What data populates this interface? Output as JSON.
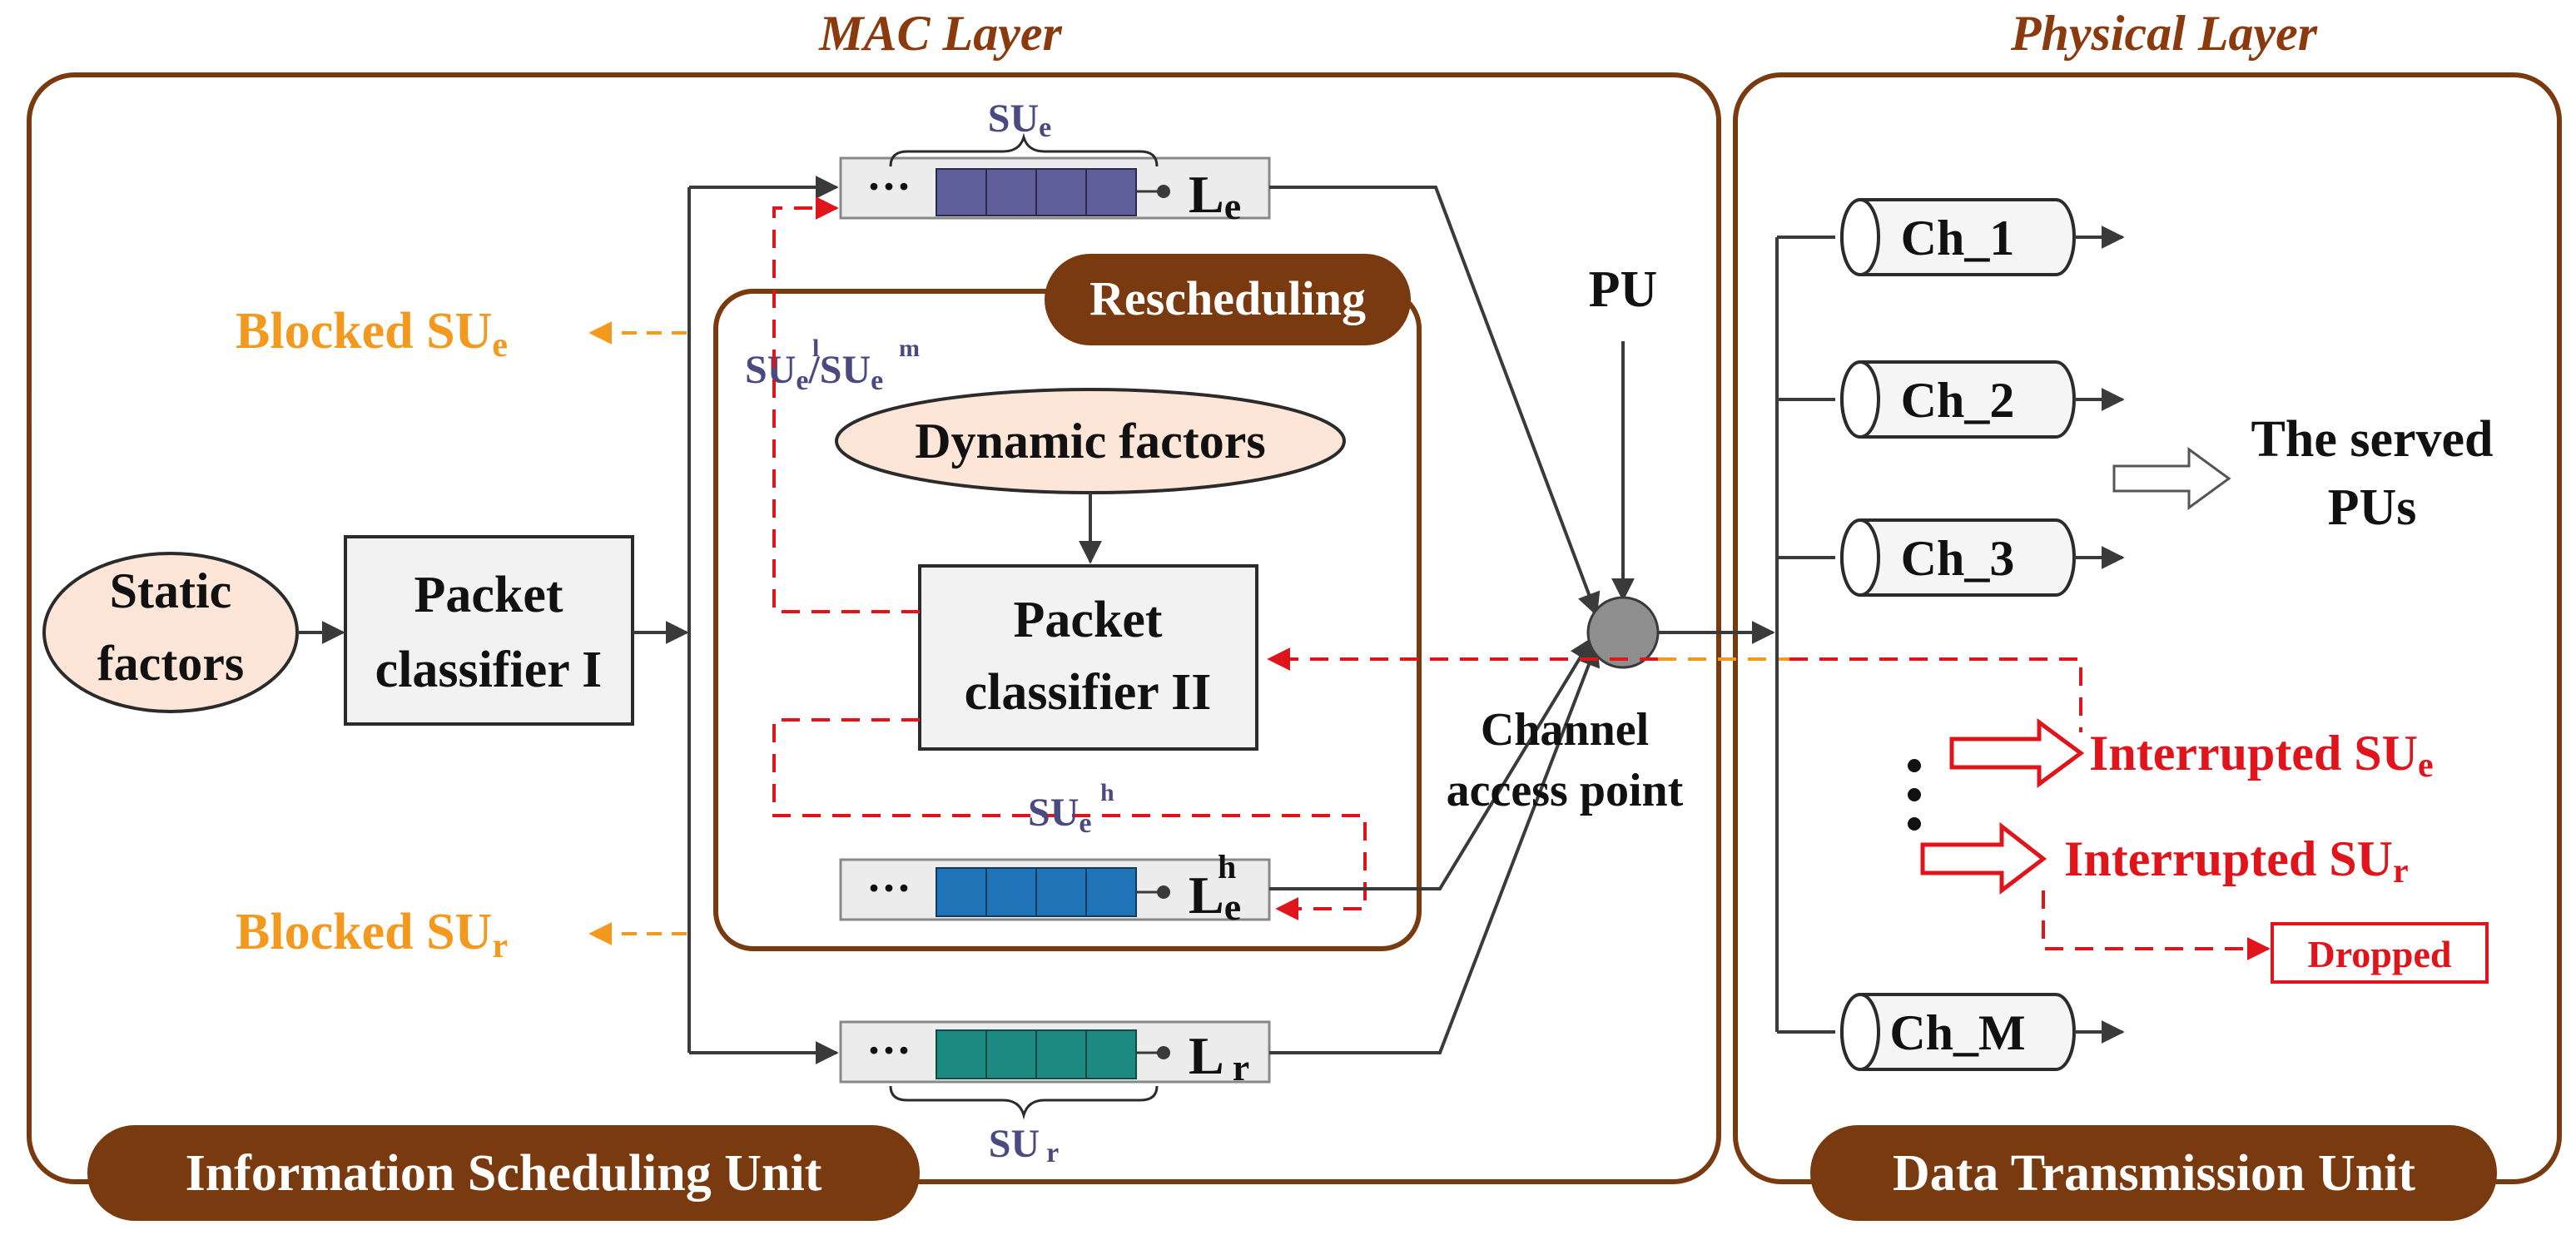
{
  "colors": {
    "frame": "#7A3A10",
    "label_fill": "#7A3A10",
    "factor_fill": "#FDE6D8",
    "box_fill": "#F2F2F2",
    "queue_se": "#5F5F9C",
    "queue_seh": "#1F73B7",
    "queue_sr": "#1D8A82",
    "blocked": "#F39A1E",
    "interrupt": "#E0141B"
  },
  "layers": {
    "mac": "MAC Layer",
    "physical": "Physical Layer"
  },
  "units": {
    "isu": "Information Scheduling Unit",
    "dtu": "Data Transmission Unit",
    "rescheduling": "Rescheduling"
  },
  "factors": {
    "static_line1": "Static",
    "static_line2": "factors",
    "dynamic": "Dynamic factors"
  },
  "classifiers": {
    "c1_line1": "Packet",
    "c1_line2": "classifier I",
    "c2_line1": "Packet",
    "c2_line2": "classifier II"
  },
  "queues": {
    "dots": "···",
    "le_main": "L",
    "le_sub": "e",
    "leh_main": "L",
    "leh_sub": "e",
    "leh_sup": "h",
    "lr_main": "L",
    "lr_sub": "r",
    "se_main": "SU",
    "se_sub": "e",
    "sr_main": "SU",
    "sr_sub": "r",
    "seh_main": "SU",
    "seh_sub": "e",
    "seh_sup": "h",
    "selm_main1": "SU",
    "selm_sub1": "e",
    "selm_sup1": "l",
    "selm_slash": "/SU",
    "selm_sub2": "e",
    "selm_sup2": "m"
  },
  "blocked": {
    "se_main": "Blocked SU",
    "se_sub": "e",
    "sr_main": "Blocked SU",
    "sr_sub": "r"
  },
  "access": {
    "pu": "PU",
    "cap_line1": "Channel",
    "cap_line2": "access point"
  },
  "channels": [
    "Ch_1",
    "Ch_2",
    "Ch_3",
    "Ch_M"
  ],
  "served": {
    "line1": "The served",
    "line2": "PUs"
  },
  "interrupted": {
    "se_main": "Interrupted SU",
    "se_sub": "e",
    "sr_main": "Interrupted SU",
    "sr_sub": "r",
    "dropped": "Dropped"
  }
}
